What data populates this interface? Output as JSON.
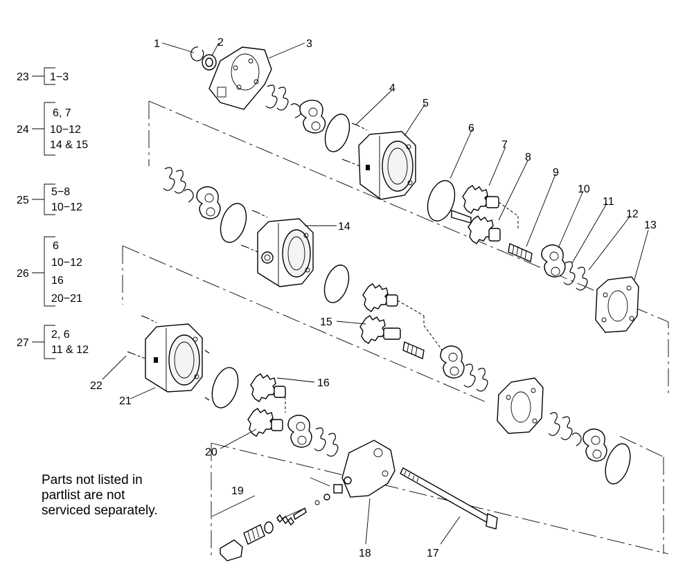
{
  "callouts": [
    "1",
    "2",
    "3",
    "4",
    "5",
    "6",
    "7",
    "8",
    "9",
    "10",
    "11",
    "12",
    "13",
    "14",
    "15",
    "16",
    "17",
    "18",
    "19",
    "20",
    "21",
    "22"
  ],
  "groups": [
    {
      "number": "23",
      "lines": [
        "1−3"
      ]
    },
    {
      "number": "24",
      "lines": [
        "6, 7",
        "10−12",
        "14 & 15"
      ]
    },
    {
      "number": "25",
      "lines": [
        "5−8",
        "10−12"
      ]
    },
    {
      "number": "26",
      "lines": [
        "6",
        "10−12",
        "16",
        "20−21"
      ]
    },
    {
      "number": "27",
      "lines": [
        "2, 6",
        "11 & 12"
      ]
    }
  ],
  "note": [
    "Parts not listed in",
    "partlist are not",
    "serviced separately."
  ]
}
